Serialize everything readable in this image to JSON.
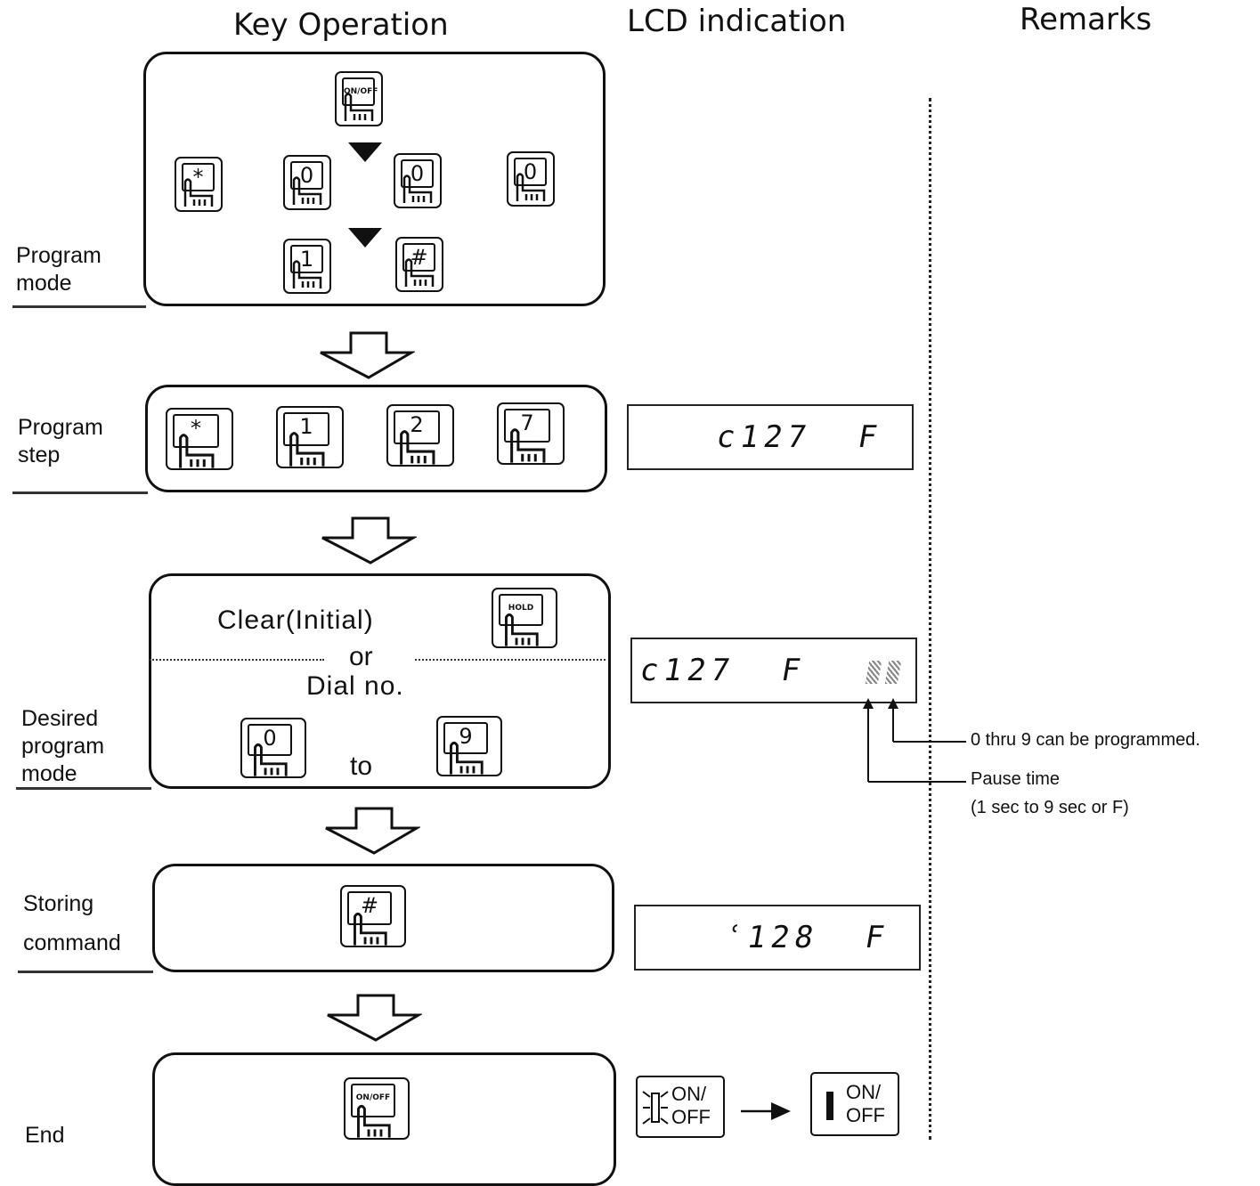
{
  "headers": {
    "key_operation": "Key Operation",
    "lcd_indication": "LCD  indication",
    "remarks": "Remarks"
  },
  "steps": {
    "program_mode": "Program\nmode",
    "program_step": "Program\nstep",
    "desired_program_mode": "Desired\nprogram\nmode",
    "storing": "Storing",
    "command": "command",
    "end": "End"
  },
  "keys": {
    "on_off": "ON/OFF",
    "star": "*",
    "zero": "0",
    "one": "1",
    "two": "2",
    "seven": "7",
    "nine": "9",
    "hash": "#",
    "hold": "HOLD"
  },
  "panel_text": {
    "clear_initial": "Clear(Initial)",
    "or": "or",
    "dial_no": "Dial no.",
    "to": "to"
  },
  "lcd": {
    "step": "c127  F",
    "desired": "c127  F",
    "storing": "ʿ128  F"
  },
  "indicators": {
    "blink_label": "ON/\nOFF",
    "steady_label": "ON/\nOFF"
  },
  "remarks": {
    "digits": "0 thru 9 can be programmed.",
    "pause": "Pause time",
    "pause_range": "(1 sec to 9 sec or F)"
  },
  "colors": {
    "ink": "#111111",
    "background": "#ffffff"
  }
}
